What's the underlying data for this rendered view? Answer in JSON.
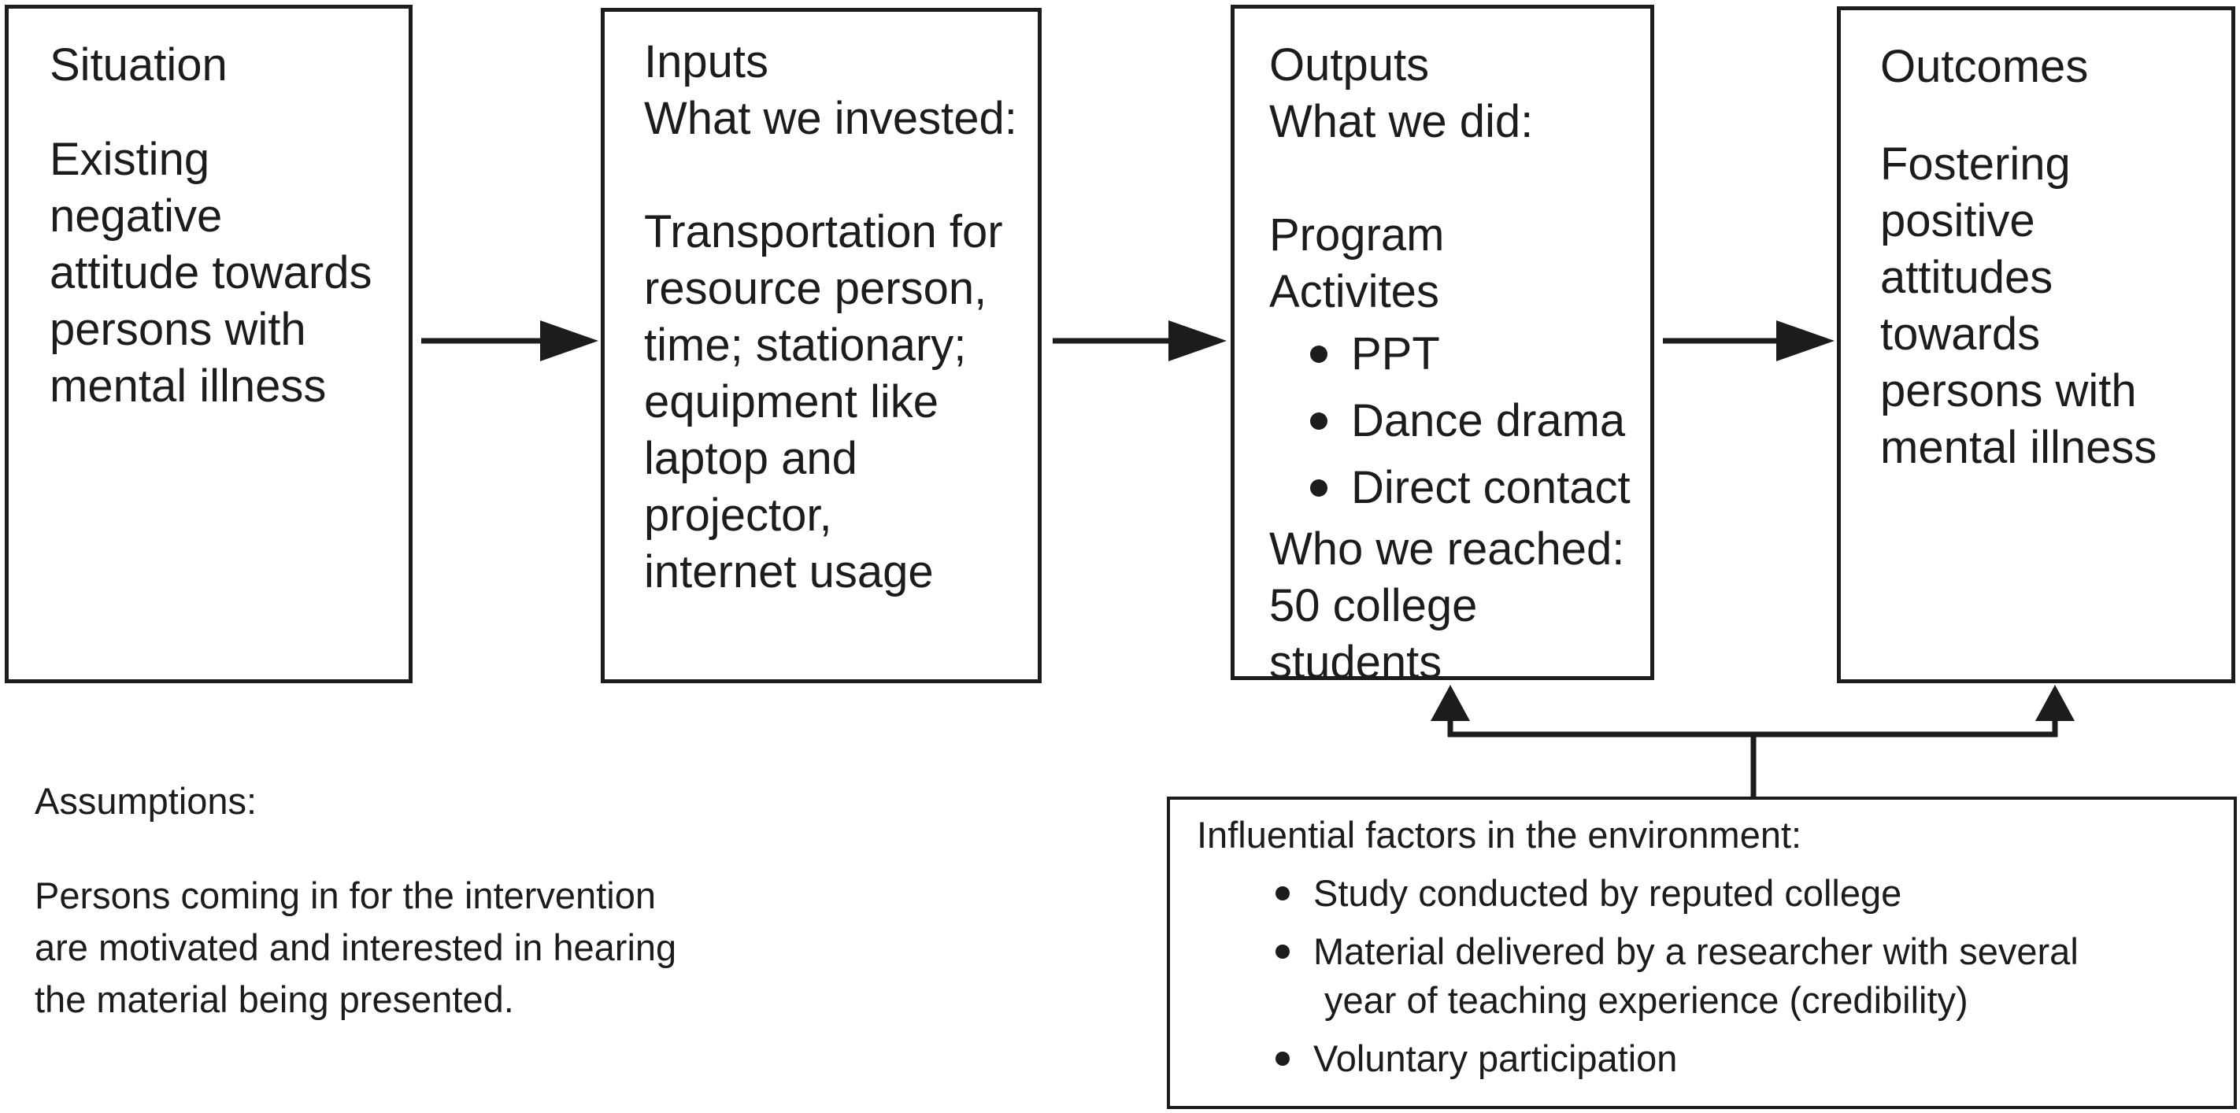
{
  "diagram": {
    "colors": {
      "ink": "#1d1c1c",
      "background": "#ffffff"
    },
    "boxes": {
      "situation": {
        "title": "Situation",
        "body_lines": [
          "Existing negative",
          "attitude towards",
          "persons with",
          "mental illness"
        ]
      },
      "inputs": {
        "title": "Inputs",
        "subtitle": "What we invested:",
        "body_lines": [
          "Transportation for",
          "resource person,",
          "time; stationary;",
          "equipment like",
          "laptop and projector,",
          "internet usage"
        ]
      },
      "outputs": {
        "title": "Outputs",
        "subtitle": "What we did:",
        "section_lines": [
          "Program",
          "Activites"
        ],
        "bullets": [
          "PPT",
          "Dance drama",
          "Direct contact"
        ],
        "footer_lines": [
          "Who we reached:",
          "50 college students"
        ]
      },
      "outcomes": {
        "title": "Outcomes",
        "body_lines": [
          "Fostering positive",
          "attitudes towards",
          "persons with",
          "mental illness"
        ]
      }
    },
    "assumptions": {
      "title": "Assumptions:",
      "lines": [
        "Persons coming in for the intervention",
        "are motivated and interested in hearing",
        "the material being presented."
      ]
    },
    "influential": {
      "title": "Influential factors in the environment:",
      "bullets": {
        "b1": {
          "line1": "Study conducted by reputed college"
        },
        "b2": {
          "line1": "Material delivered by a researcher with several",
          "line2": "year of teaching experience (credibility)"
        },
        "b3": {
          "line1": "Voluntary participation"
        }
      }
    }
  }
}
